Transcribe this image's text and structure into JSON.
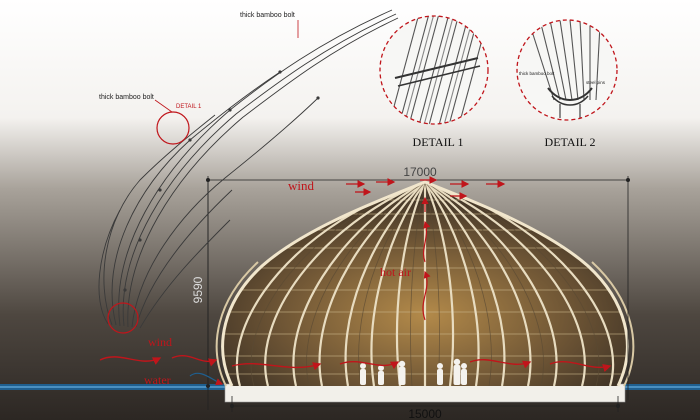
{
  "labels": {
    "bolt_top": "thick bamboo bolt",
    "bolt_mid": "thick bamboo bolt",
    "detail_marker": "DETAIL 1",
    "detail1_title": "DETAIL 1",
    "detail2_title": "DETAIL 2",
    "detail2_bolt": "thick bamboo bolt",
    "detail2_pin": "steel pins",
    "wind_top": "wind",
    "wind_bottom": "wind",
    "water": "water",
    "hot_air": "hot air"
  },
  "dimensions": {
    "width_top": "17000",
    "width_bottom": "15000",
    "height": "9590"
  },
  "colors": {
    "sky_top": "#ffffff",
    "sky_bottom": "#3a3430",
    "annotation_red": "#c0151b",
    "water_blue": "#1f5f8f",
    "bamboo_light": "#e8dcc0",
    "bamboo_dark": "#5a4a34"
  }
}
